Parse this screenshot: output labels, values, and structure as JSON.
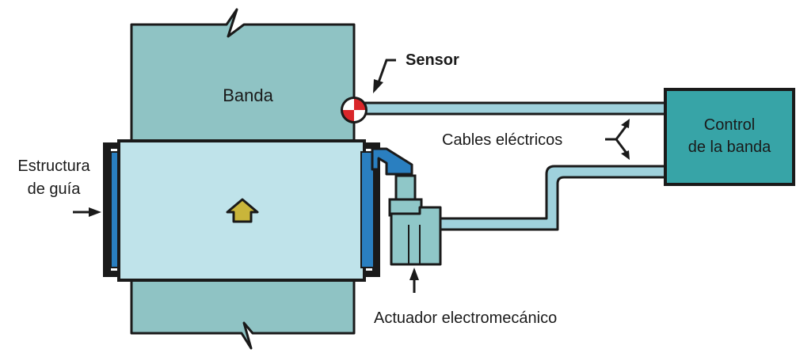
{
  "labels": {
    "banda": "Banda",
    "sensor": "Sensor",
    "cables": "Cables eléctricos",
    "control_line1": "Control",
    "control_line2": "de la banda",
    "estructura_line1": "Estructura",
    "estructura_line2": "de guía",
    "actuador": "Actuador electromecánico"
  },
  "colors": {
    "belt": "#8fc3c4",
    "roller": "#bfe3ea",
    "frame": "#2a7fc0",
    "control_box": "#37a4a7",
    "arrow": "#c9b53a",
    "sensor_red": "#d9262a",
    "cable_fill": "#9fd1dc",
    "actuator": "#8fc7c8"
  }
}
